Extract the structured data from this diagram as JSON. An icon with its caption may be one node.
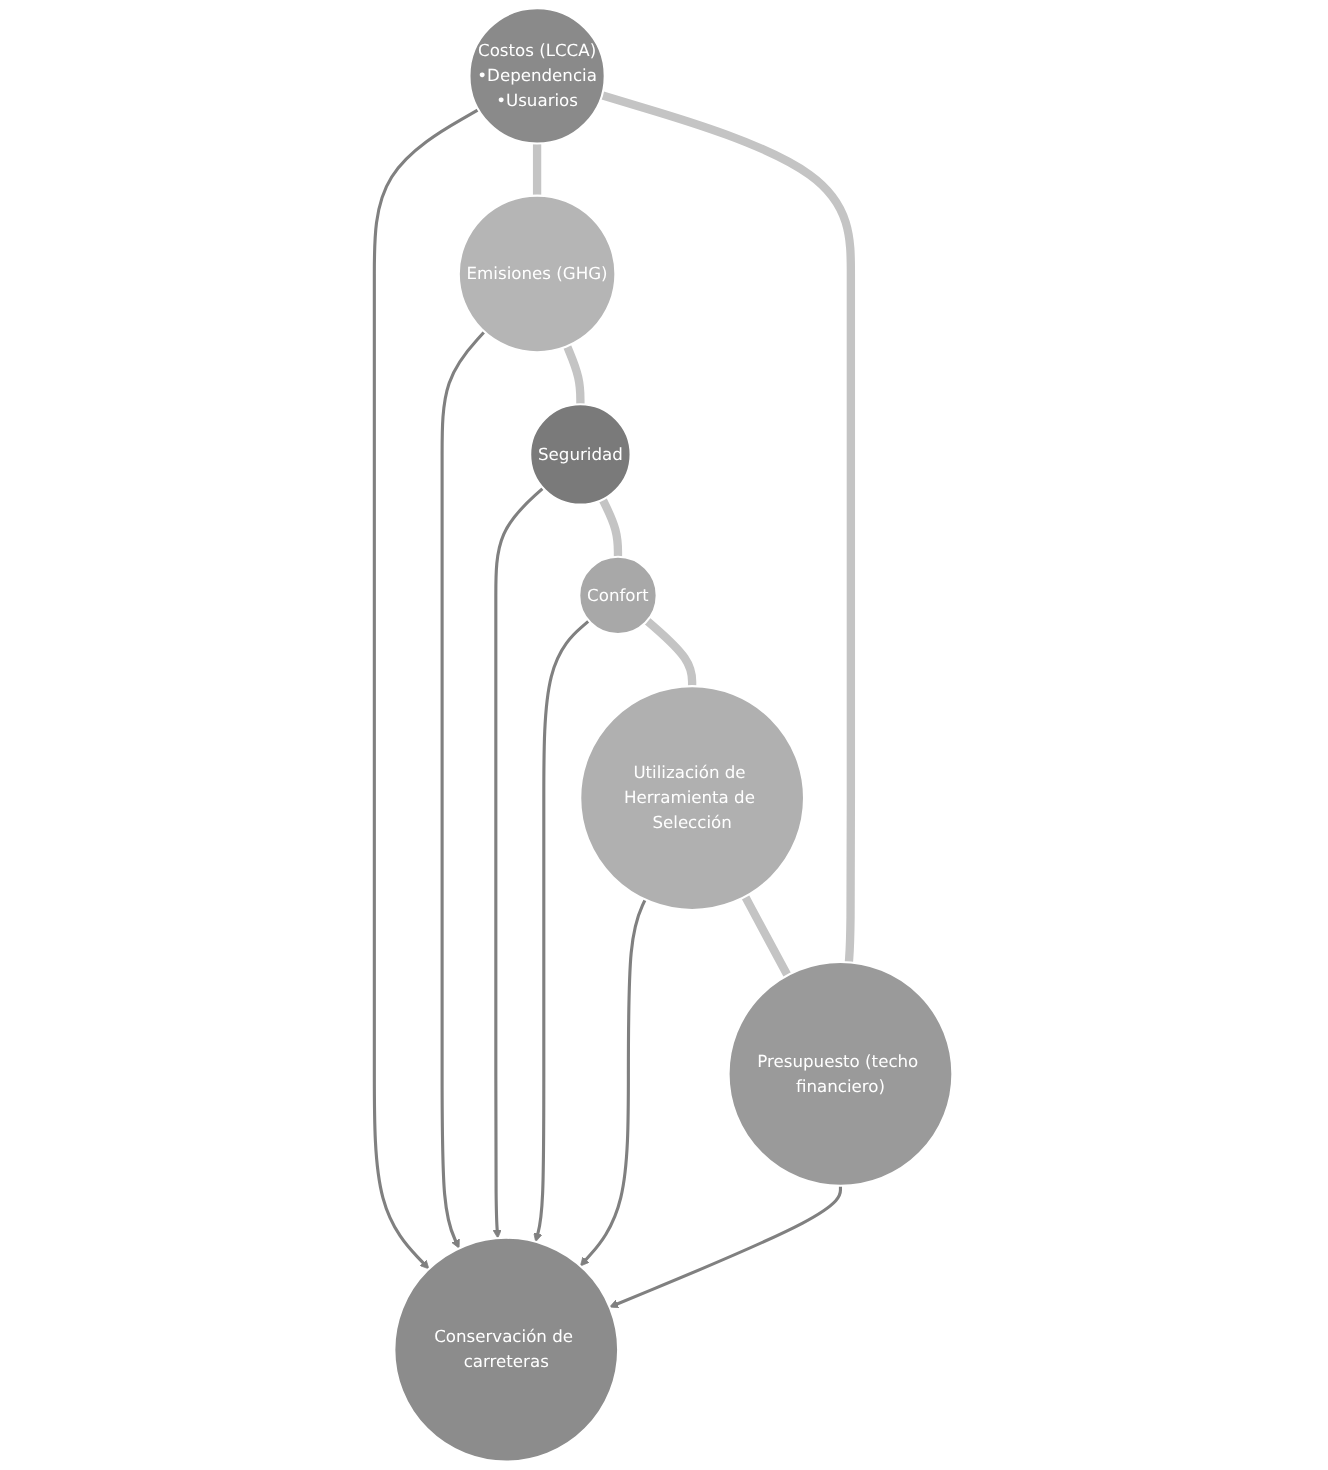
{
  "diagram": {
    "nodes": [
      {
        "text": [
          "Costos (LCCA)",
          "•Dependencia",
          "•Usuarios"
        ]
      },
      {
        "text": [
          "Presupuesto (techo financiero)"
        ]
      },
      {
        "text": [
          "Emisiones (GHG)"
        ]
      },
      {
        "text": [
          "Conservación de carreteras"
        ]
      },
      {
        "text": [
          "Utilización de Herramienta de Selección"
        ]
      },
      {
        "text": [
          "Seguridad"
        ]
      },
      {
        "text": [
          "Confort"
        ]
      }
    ],
    "edges": [
      {
        "from": 0,
        "to": 3,
        "arrow": "to"
      },
      {
        "from": 1,
        "to": 3,
        "arrow": "to"
      },
      {
        "from": 2,
        "to": 3,
        "arrow": "to"
      },
      {
        "from": 4,
        "to": 3,
        "arrow": "to"
      },
      {
        "from": 5,
        "to": 3,
        "arrow": "to"
      },
      {
        "from": 6,
        "to": 3,
        "arrow": "to"
      },
      {
        "from": 0,
        "to": 2,
        "arrow": "none",
        "style": "thick",
        "color": "#c4c4c4"
      },
      {
        "from": 2,
        "to": 5,
        "arrow": "none",
        "style": "thick",
        "color": "#c4c4c4"
      },
      {
        "from": 5,
        "to": 6,
        "arrow": "none",
        "style": "thick",
        "color": "#c4c4c4"
      },
      {
        "from": 6,
        "to": 4,
        "arrow": "none",
        "style": "thick",
        "color": "#c4c4c4"
      },
      {
        "from": 4,
        "to": 1,
        "arrow": "none",
        "style": "thick",
        "color": "#c4c4c4"
      },
      {
        "from": 1,
        "to": 0,
        "arrow": "none",
        "style": "thick",
        "color": "#c4c4c4"
      }
    ]
  }
}
